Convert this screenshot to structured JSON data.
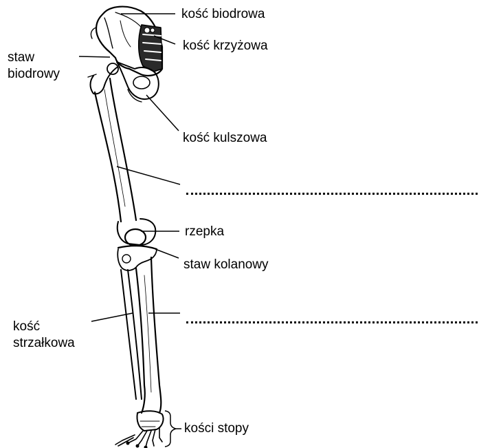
{
  "labels": {
    "kosc_biodrowa": "kość biodrowa",
    "kosc_krzyzowa": "kość krzyżowa",
    "staw_biodrowy_1": "staw",
    "staw_biodrowy_2": "biodrowy",
    "kosc_kulszowa": "kość kulszowa",
    "rzepka": "rzepka",
    "staw_kolanowy": "staw kolanowy",
    "kosc_strzalkowa_1": "kość",
    "kosc_strzalkowa_2": "strzałkowa",
    "kosci_stopy": "kości stopy"
  },
  "blanks": 2,
  "colors": {
    "ink": "#000000",
    "background": "#ffffff"
  }
}
